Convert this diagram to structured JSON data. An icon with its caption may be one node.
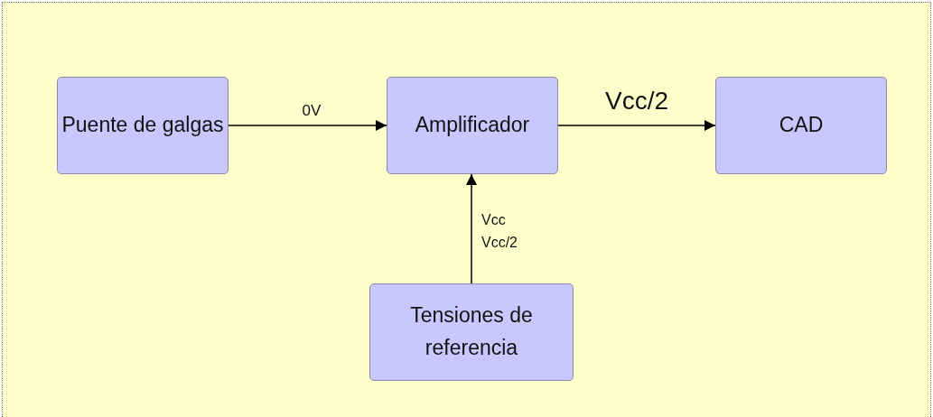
{
  "diagram": {
    "nodes": [
      {
        "text": [
          "Puente de galgas"
        ]
      },
      {
        "text": [
          "Amplificador"
        ]
      },
      {
        "text": [
          "CAD"
        ]
      },
      {
        "text": [
          "Tensiones de referencia"
        ]
      }
    ],
    "edges": [
      {
        "from": 0,
        "to": 1,
        "arrow": "to",
        "label": "0V"
      },
      {
        "from": 1,
        "to": 2,
        "arrow": "to",
        "label": "Vcc/2"
      },
      {
        "from": 3,
        "to": 1,
        "arrow": "to",
        "label": "Vcc Vcc/2"
      }
    ]
  }
}
